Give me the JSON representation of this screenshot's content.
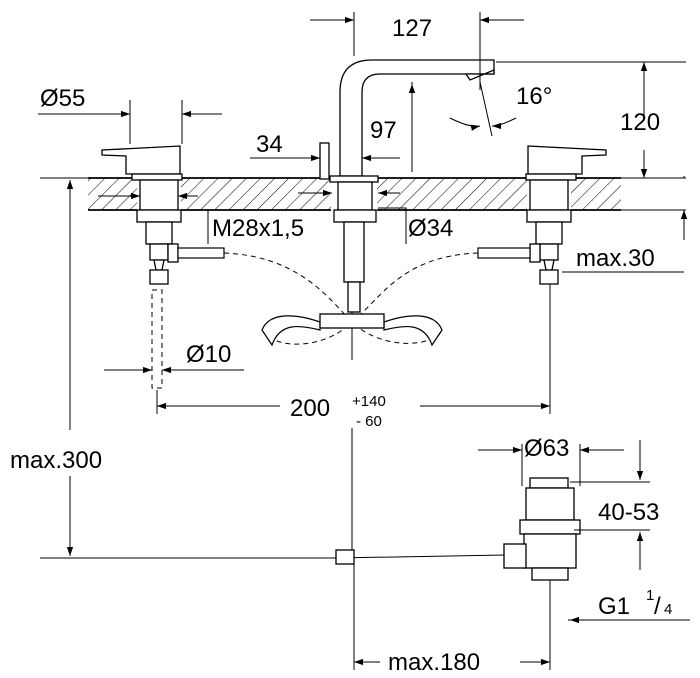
{
  "dimensions": {
    "spout_reach": "127",
    "handle_diameter": "Ø55",
    "spout_offset": "34",
    "spout_height_inner": "97",
    "spout_angle": "16°",
    "spout_height": "120",
    "thread": "M28x1,5",
    "hole_diameter": "Ø34",
    "max_deck": "max.30",
    "tail_diameter": "Ø10",
    "centers": "200",
    "centers_plus": "+140",
    "centers_minus": "- 60",
    "max_height": "max.300",
    "waste_diameter": "Ø63",
    "waste_range": "40-53",
    "waste_thread_prefix": "G1",
    "waste_thread_num": "1",
    "waste_thread_den": "4",
    "pop_up_reach": "max.180"
  }
}
